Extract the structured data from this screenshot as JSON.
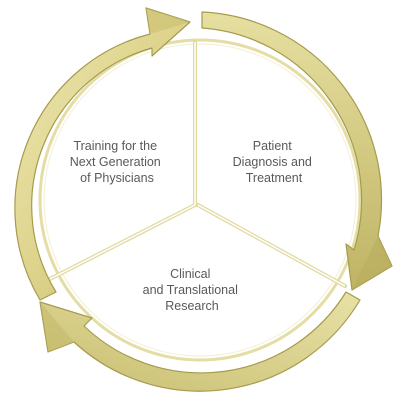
{
  "diagram": {
    "segments": [
      {
        "id": "training",
        "lines": [
          "Training for the",
          "Next Generation",
          "of Physicians"
        ]
      },
      {
        "id": "patient",
        "lines": [
          "Patient",
          "Diagnosis and",
          "Treatment"
        ]
      },
      {
        "id": "research",
        "lines": [
          "Clinical",
          "and Translational",
          "Research"
        ]
      }
    ],
    "colors": {
      "arrow_light": "#e9e3a9",
      "arrow_mid": "#d9cf86",
      "arrow_dark": "#b8ad5c",
      "arrow_edge": "#a69b4d",
      "divider": "#e0d9a0",
      "label_text": "#58595b",
      "background": "#ffffff"
    }
  }
}
